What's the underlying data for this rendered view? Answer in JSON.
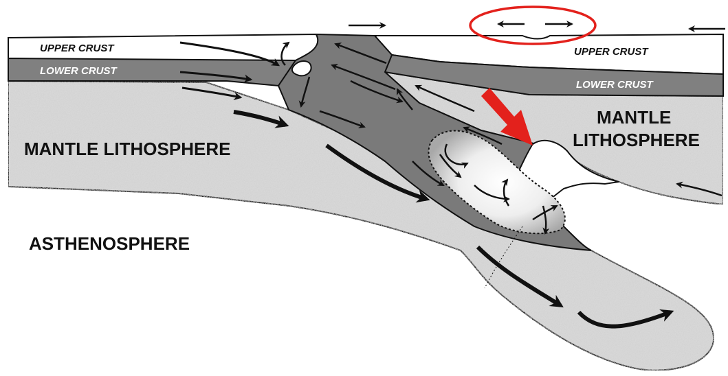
{
  "labels": {
    "upper_crust_left": "UPPER CRUST",
    "lower_crust_left": "LOWER CRUST",
    "mantle_lithosphere_left": "MANTLE LITHOSPHERE",
    "upper_crust_right": "UPPER CRUST",
    "lower_crust_right": "LOWER CRUST",
    "mantle_right_line1": "MANTLE",
    "mantle_right_line2": "LITHOSPHERE",
    "asthenosphere": "ASTHENOSPHERE"
  },
  "colors": {
    "upper_crust": "#ffffff",
    "lower_crust": "#808080",
    "mantle": "#d9d9d9",
    "outline": "#111111",
    "highlight_red": "#e3211c",
    "dark_text": "#111111",
    "light_text": "#ffffff"
  },
  "icons": {
    "flow_arrow": "arrow-icon",
    "highlight_arrow": "red-arrow-icon",
    "highlight_ellipse": "red-ellipse-marker"
  }
}
